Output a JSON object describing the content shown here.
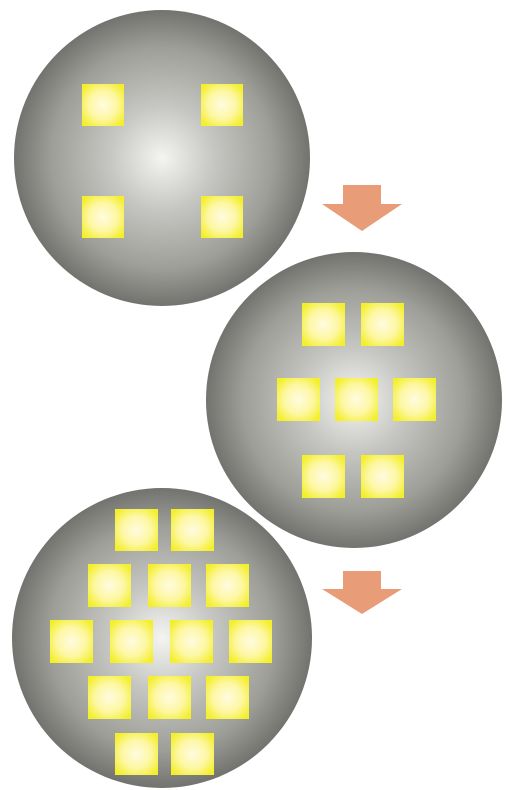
{
  "diagram": {
    "stages": [
      {
        "squares": 4
      },
      {
        "squares": 7
      },
      {
        "squares": 14
      }
    ],
    "arrows": 2,
    "colors": {
      "background": "#ffffff",
      "sphere_highlight": "#f4f4f1",
      "sphere_mid": "#a4a49f",
      "sphere_edge": "#72726e",
      "square_center": "#fffbe0",
      "square_edge": "#f3ef2a",
      "arrow": "#e89d78"
    }
  }
}
